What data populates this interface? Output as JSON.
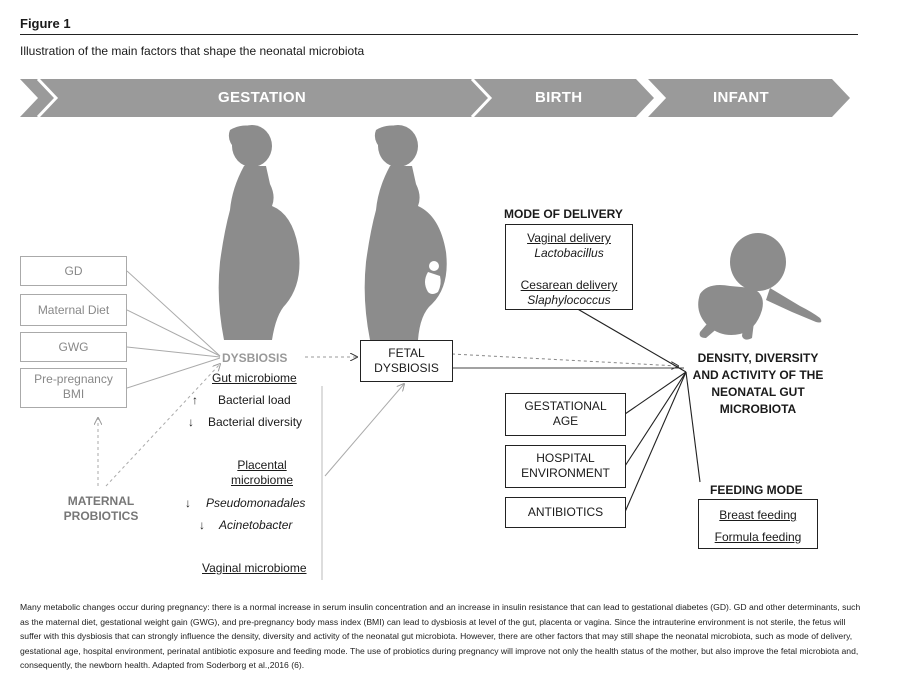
{
  "figure": {
    "label": "Figure 1",
    "caption": "Illustration of the main factors that shape the neonatal microbiota"
  },
  "phases": {
    "gestation": "GESTATION",
    "birth": "BIRTH",
    "infant": "INFANT"
  },
  "maternal_factors": [
    "GD",
    "Maternal Diet",
    "GWG",
    "Pre-pregnancy BMI"
  ],
  "maternal_probiotics": "MATERNAL PROBIOTICS",
  "dysbiosis": {
    "title": "DYSBIOSIS",
    "gut_title": "Gut microbiome",
    "gut_items": [
      {
        "arrow": "↑",
        "text": "Bacterial load"
      },
      {
        "arrow": "↓",
        "text": "Bacterial diversity"
      }
    ],
    "placental_title": "Placental microbiome",
    "placental_items": [
      {
        "arrow": "↓",
        "text": "Pseudomonadales"
      },
      {
        "arrow": "↓",
        "text": "Acinetobacter"
      }
    ],
    "vaginal_title": "Vaginal microbiome"
  },
  "fetal_dysbiosis": "FETAL DYSBIOSIS",
  "mode_of_delivery": {
    "title": "MODE OF DELIVERY",
    "vaginal": "Vaginal delivery",
    "vaginal_genus": "Lactobacillus",
    "cesarean": "Cesarean delivery",
    "cesarean_genus": "Slaphylococcus"
  },
  "birth_factors": [
    "GESTATIONAL AGE",
    "HOSPITAL ENVIRONMENT",
    "ANTIBIOTICS"
  ],
  "outcome": "DENSITY, DIVERSITY AND ACTIVITY OF THE NEONATAL GUT MICROBIOTA",
  "feeding_mode": {
    "title": "FEEDING MODE",
    "breast": "Breast feeding",
    "formula": "Formula feeding"
  },
  "footnote": "Many metabolic changes occur during pregnancy: there is a normal increase in serum insulin concentration and an increase in insulin resistance that can lead to gestational diabetes (GD). GD and other determinants, such as the maternal diet, gestational weight gain (GWG), and pre-pregnancy body mass index (BMI) can lead to dysbiosis at level of the gut, placenta or vagina. Since the intrauterine environment is not sterile, the fetus will suffer with this dysbiosis that can strongly influence the density, diversity and activity of the neonatal gut microbiota. However, there are other factors that may still shape the neonatal microbiota, such as mode of delivery, gestational age, hospital environment, perinatal antibiotic exposure and feeding mode. The use of probiotics during pregnancy will improve not only the health status of the mother, but also improve the fetal microbiota and, consequently, the newborn health. Adapted from Soderborg et al.,2016 (6).",
  "colors": {
    "banner": "#9a9a9a",
    "silhouette": "#8c8c8c",
    "muted": "#888888"
  }
}
